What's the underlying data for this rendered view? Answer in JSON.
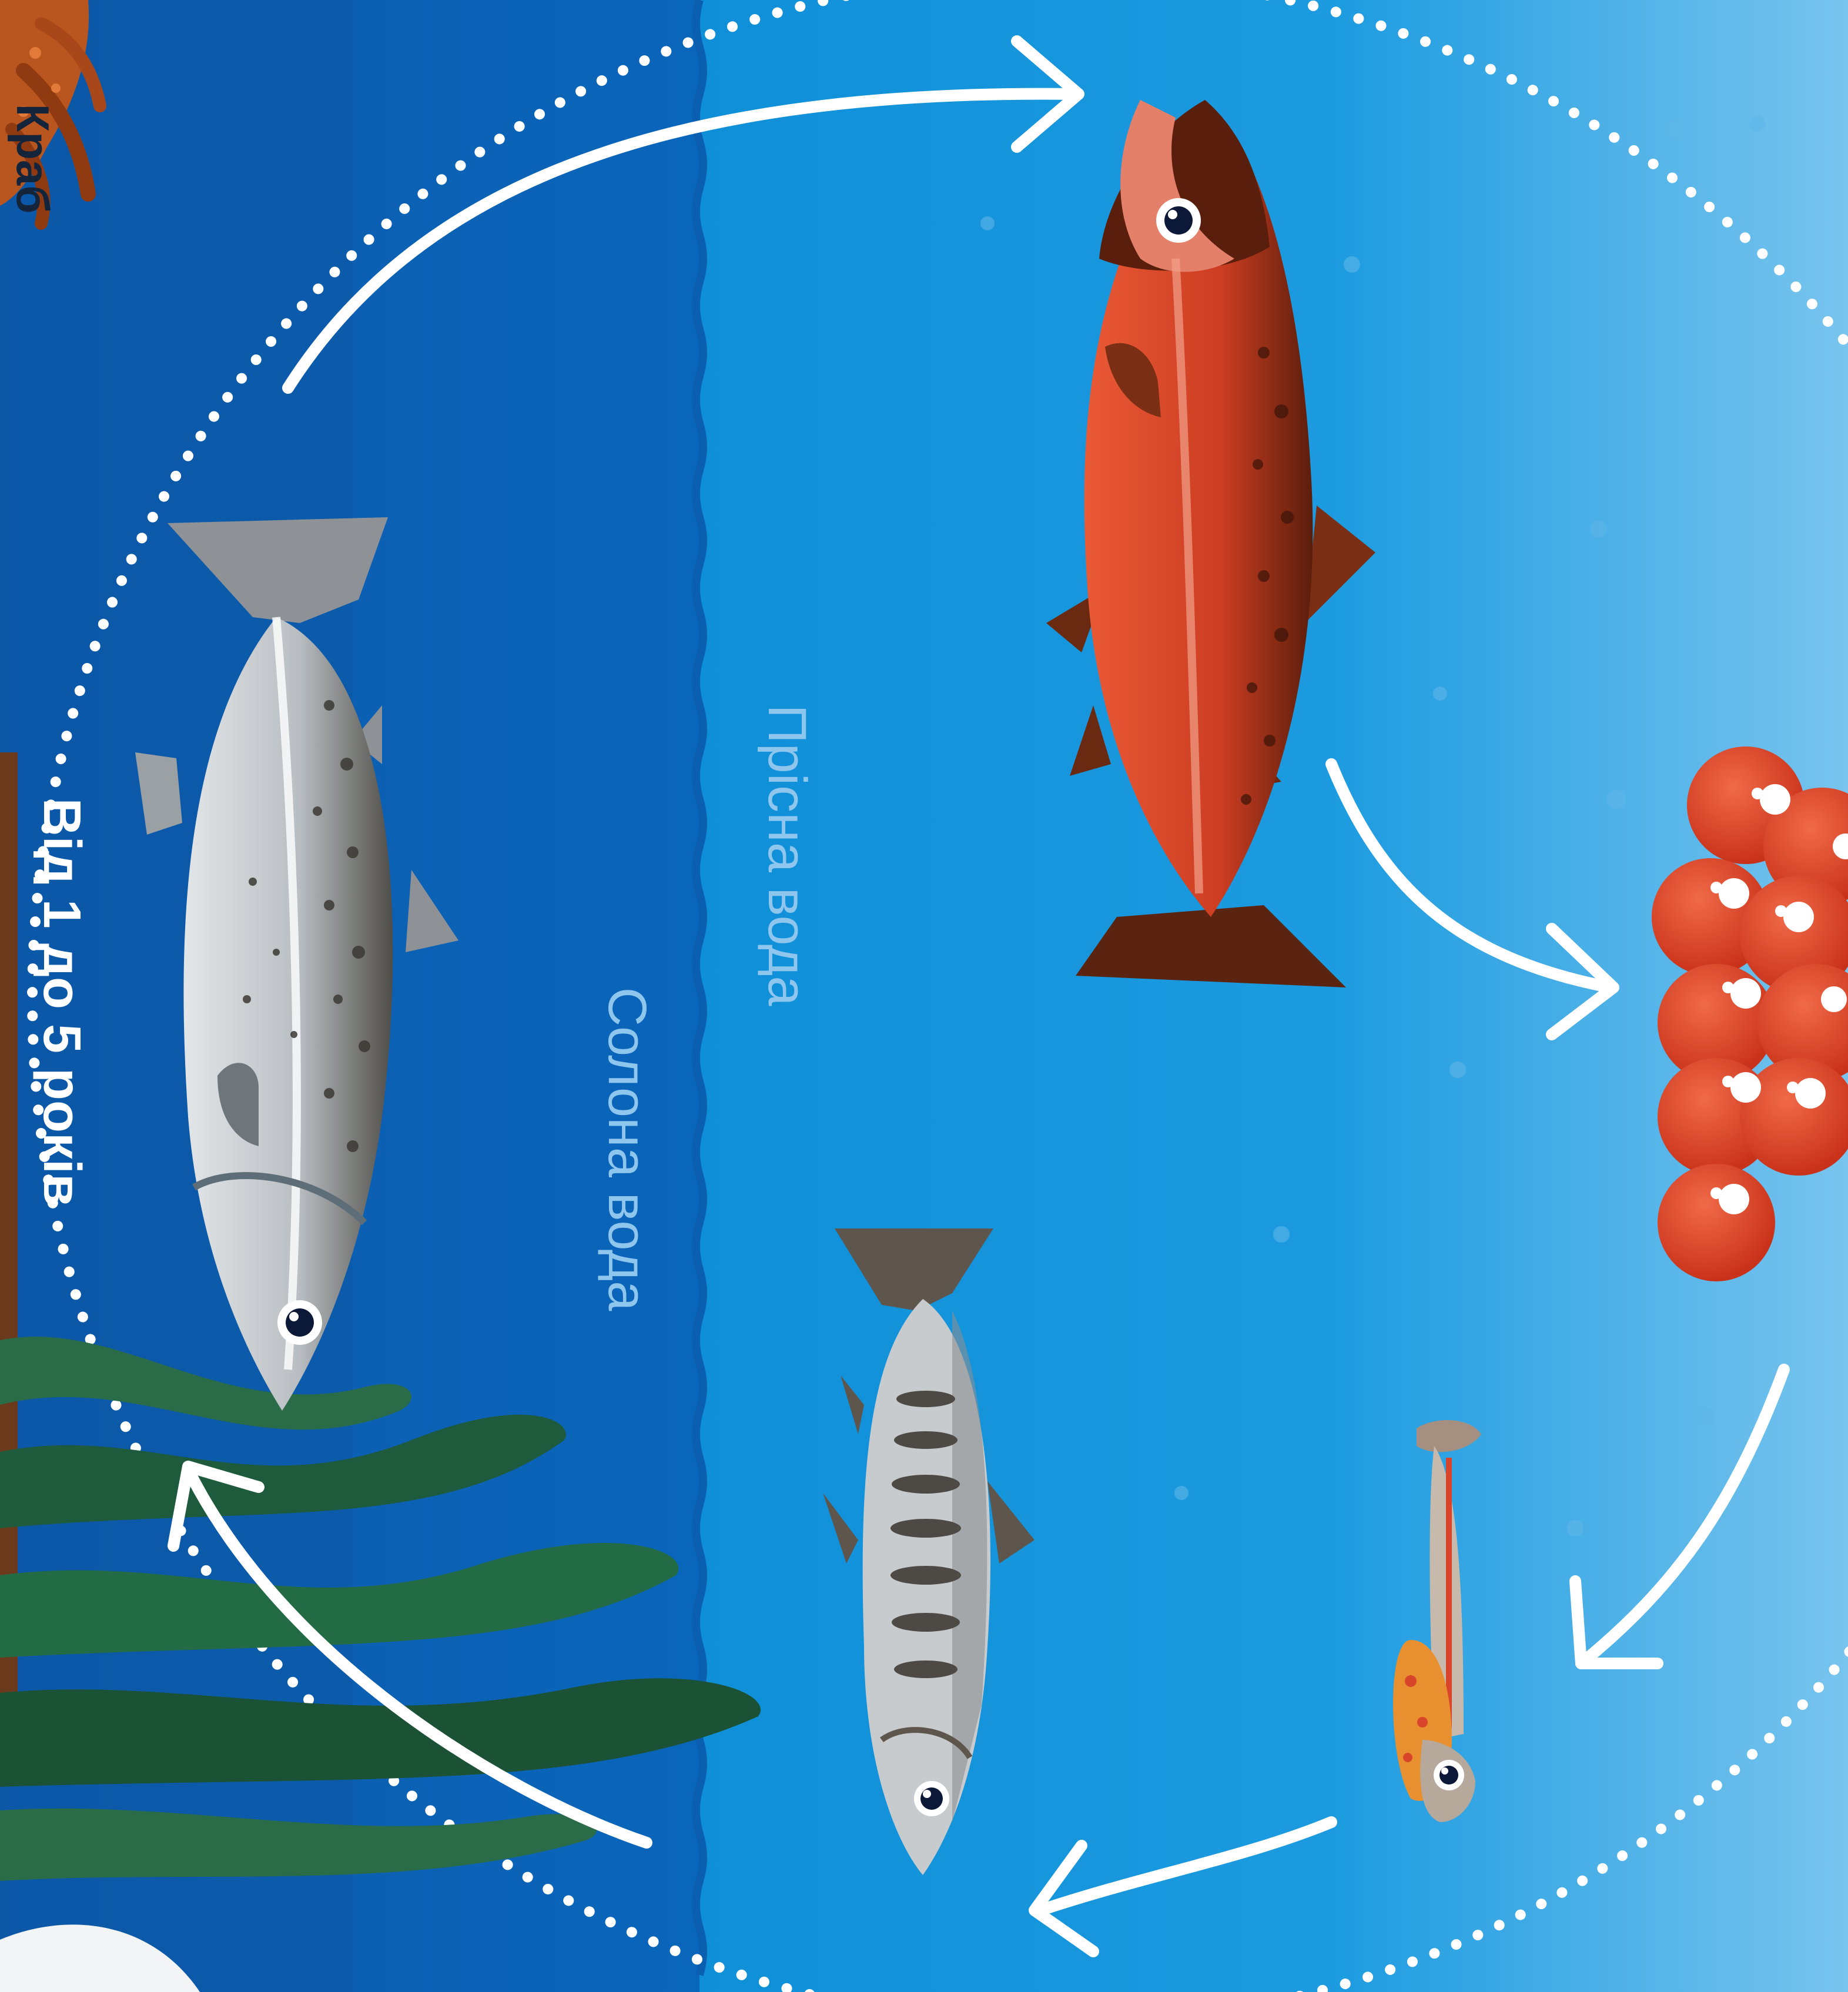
{
  "labels": {
    "crab": "Краб",
    "age_range": "Від 1 до 5 років",
    "salt_water": "Солона вода",
    "fresh_water": "Прісна вода"
  },
  "colors": {
    "salt_water": "#0a5fb0",
    "fresh_water": "#0f8fd8",
    "fresh_water_light": "#6ec2ec",
    "arrow": "#ffffff",
    "adult_salmon": "#c7ccd0",
    "spawning_salmon": "#d8452a",
    "eggs": "#e04a2c",
    "seaweed": "#1f5a3a",
    "crab": "#b9551e"
  },
  "stages": [
    {
      "icon": "adult-salmon-icon"
    },
    {
      "icon": "spawning-salmon-icon"
    },
    {
      "icon": "salmon-eggs-icon"
    },
    {
      "icon": "alevin-icon"
    },
    {
      "icon": "smolt-icon"
    }
  ]
}
